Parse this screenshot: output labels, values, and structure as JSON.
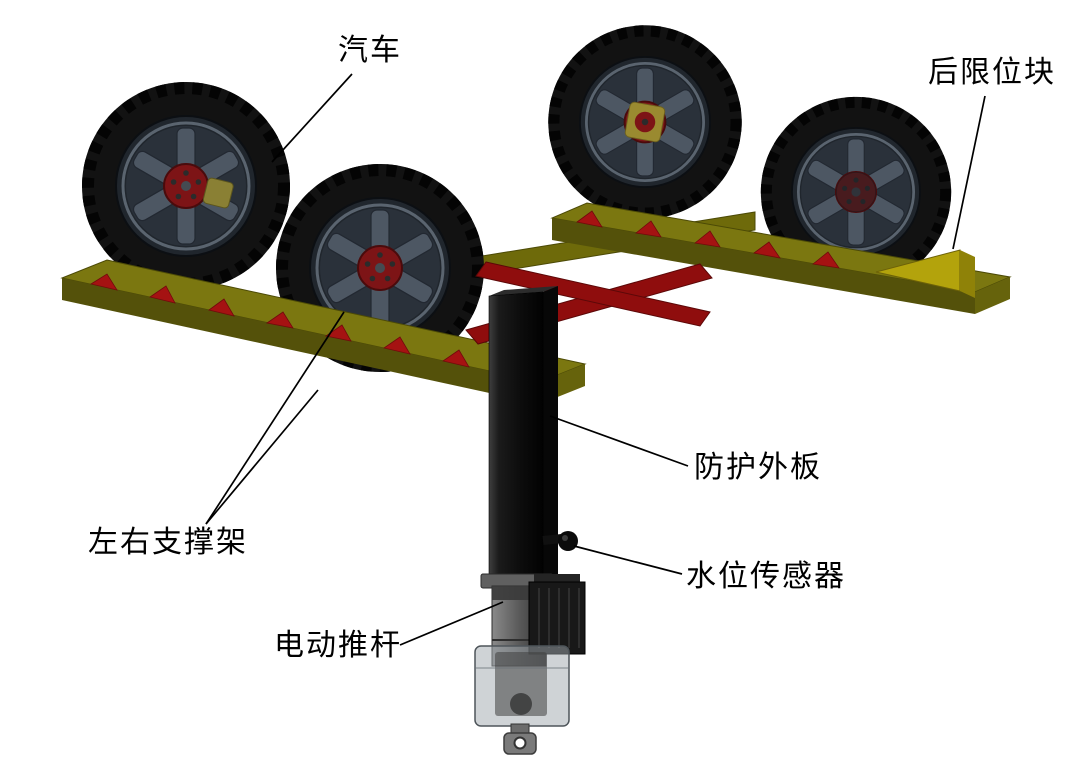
{
  "diagram": {
    "labels": [
      {
        "id": "car",
        "text": "汽车"
      },
      {
        "id": "rear-limit-block",
        "text": "后限位块"
      },
      {
        "id": "protective-plate",
        "text": "防护外板"
      },
      {
        "id": "water-level-sensor",
        "text": "水位传感器"
      },
      {
        "id": "electric-push-rod",
        "text": "电动推杆"
      },
      {
        "id": "support-frames",
        "text": "左右支撑架"
      }
    ],
    "palette": {
      "background": "#ffffff",
      "tire": "#121212",
      "rim": "#4d5763",
      "hub": "#7d1416",
      "rail": "#7b7710",
      "rail_shadow": "#54510a",
      "rib_red": "#a51212",
      "cross_brace": "#8f0d0d",
      "rear_limit_wedge": "#b3a30c",
      "column": "#141414",
      "actuator": "#5a5a5a",
      "leader_line": "#000000"
    }
  }
}
